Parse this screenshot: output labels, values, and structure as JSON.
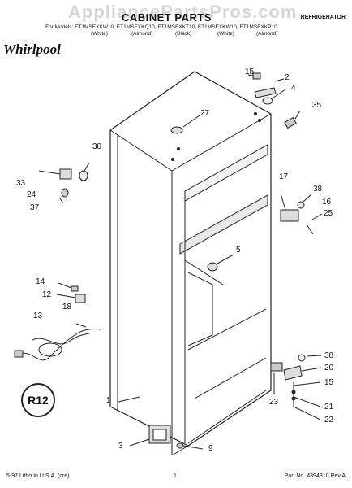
{
  "watermark": "AppliancePartsPros.com",
  "title": "CABINET PARTS",
  "category": "REFRIGERATOR",
  "models_line": "For Models: ET1MSEXKW10, ET1MSEXKQ10, ET1MSEXKT10, ET1MSEXKW10, ET1MSEXKP10",
  "color_labels": [
    "(White)",
    "(Almond)",
    "(Black)",
    "(White)",
    "(Almond)"
  ],
  "brand": "Whirlpool",
  "callouts": [
    "15",
    "2",
    "4",
    "35",
    "27",
    "30",
    "33",
    "24",
    "37",
    "17",
    "38",
    "16",
    "25",
    "5",
    "14",
    "12",
    "18",
    "13",
    "1",
    "23",
    "38",
    "20",
    "15",
    "21",
    "22",
    "3",
    "9"
  ],
  "footer": {
    "litho": "5-97 Litho In U.S.A. (cre)",
    "page": "1",
    "part_no": "Part No. 4394310 Rev.A"
  },
  "logo_text": "R12"
}
